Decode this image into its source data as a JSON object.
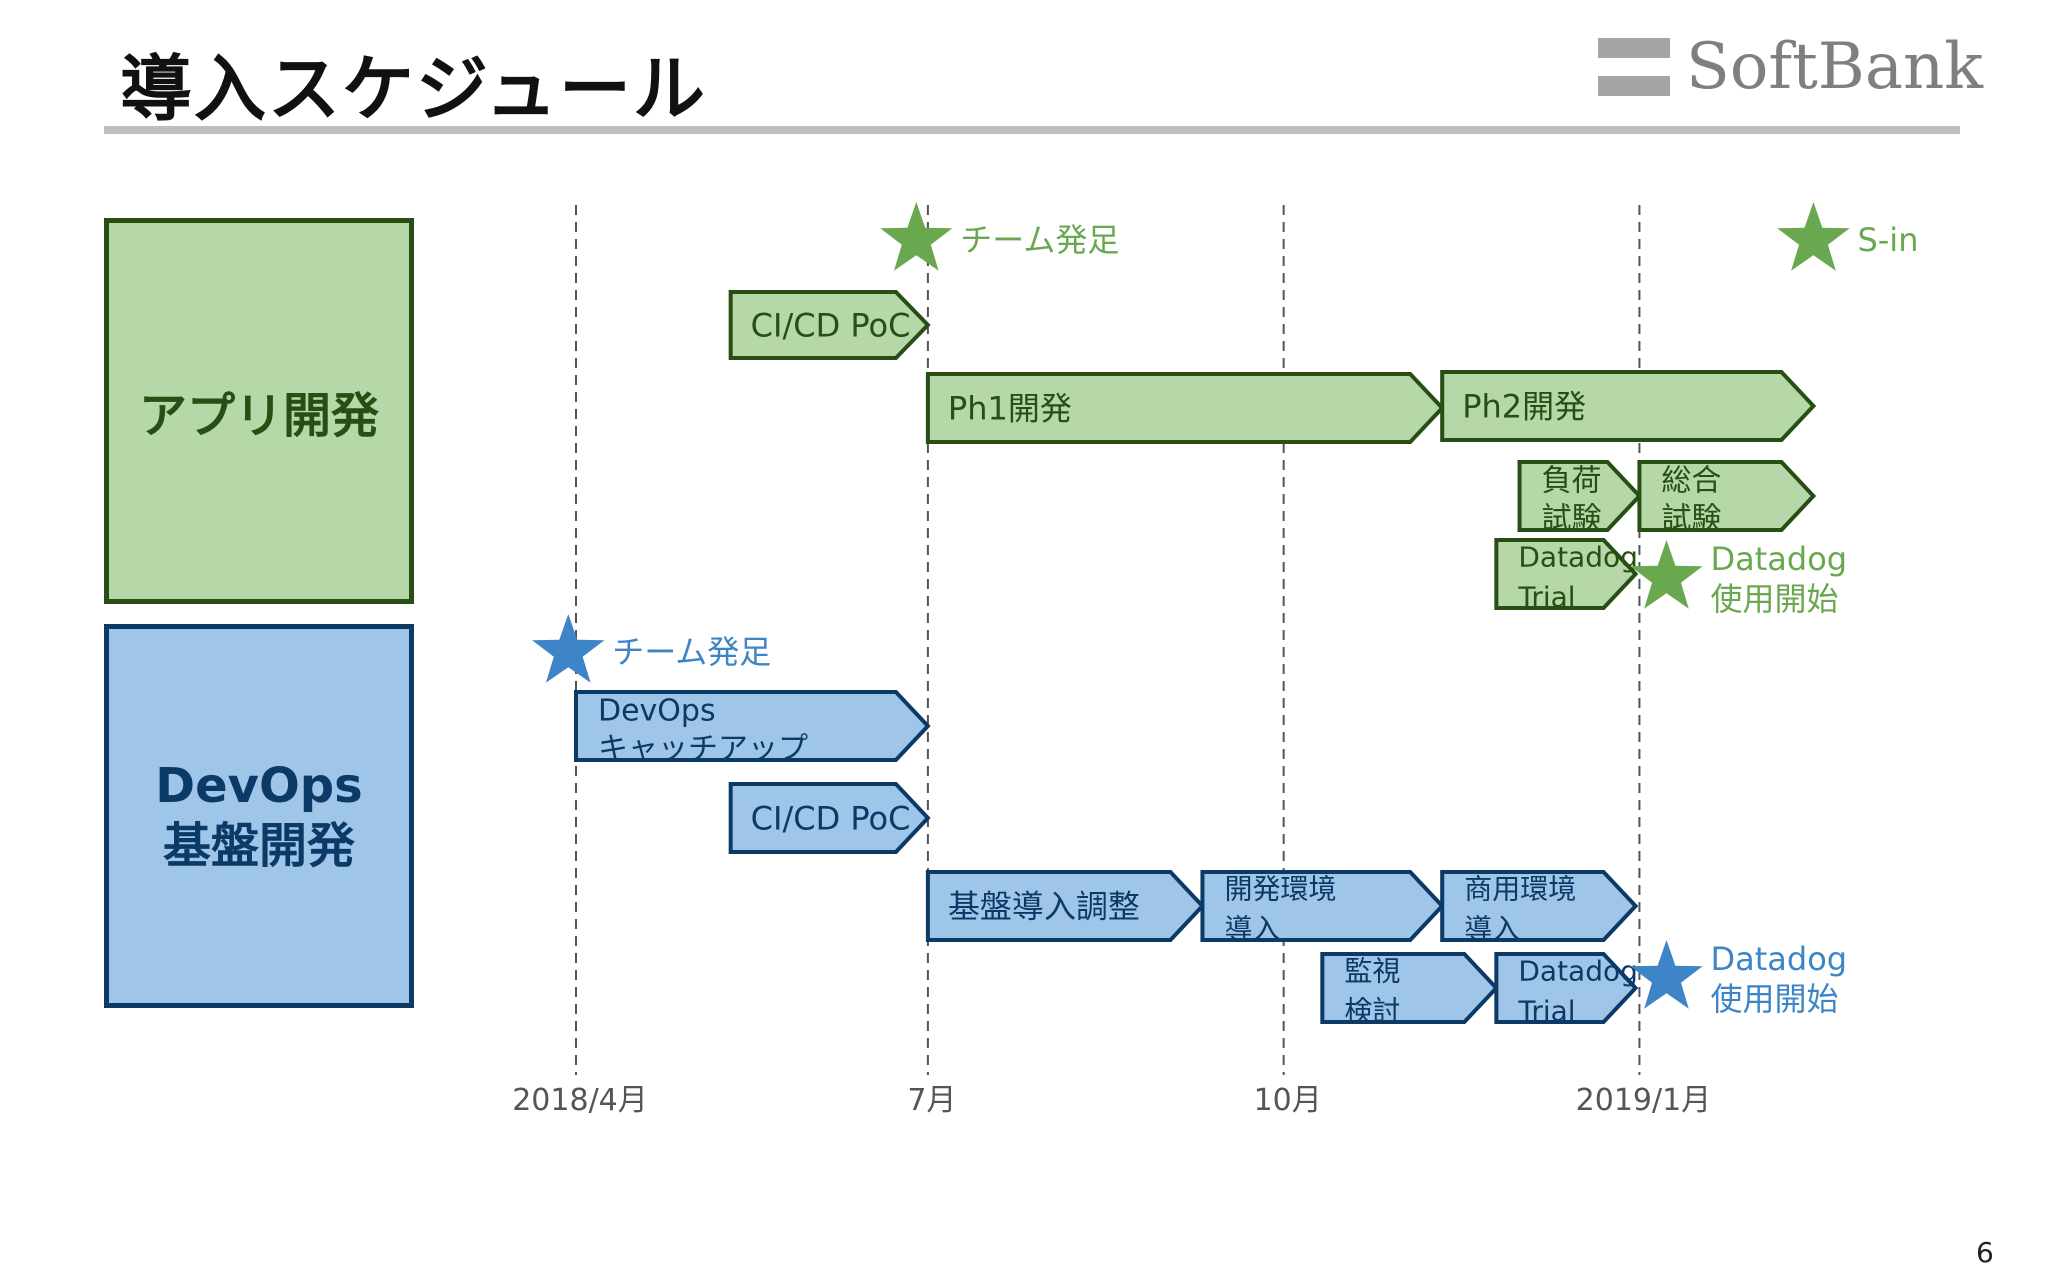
{
  "title": "導入スケジュール",
  "logo_text": "SoftBank",
  "page_number": "6",
  "sections": {
    "app": "アプリ開発",
    "devops_line1": "DevOps",
    "devops_line2": "基盤開発"
  },
  "timeline": {
    "start": "2018-04",
    "ticks": [
      {
        "label": "2018/4月",
        "month": "2018-04"
      },
      {
        "label": "7月",
        "month": "2018-07"
      },
      {
        "label": "10月",
        "month": "2018-10"
      },
      {
        "label": "2019/1月",
        "month": "2019-01"
      }
    ],
    "colors": {
      "app_fill": "#b6d7a8",
      "app_stroke": "#274e13",
      "app_text": "#274e13",
      "app_star": "#6aa84f",
      "devops_fill": "#9fc5e8",
      "devops_stroke": "#0b3a66",
      "devops_text": "#0b3a66",
      "devops_star": "#3d85c6",
      "grid": "#555555",
      "tick_text": "#555555"
    },
    "tasks": [
      {
        "group": "app",
        "lines": [
          "CI/CD PoC"
        ],
        "start": "2018-05-11",
        "end": "2018-07-01"
      },
      {
        "group": "app",
        "lines": [
          "Ph1開発"
        ],
        "start": "2018-07-01",
        "end": "2018-11-11"
      },
      {
        "group": "app",
        "lines": [
          "Ph2開発"
        ],
        "start": "2018-11-11",
        "end": "2019-02-15"
      },
      {
        "group": "app",
        "lines": [
          "負荷",
          "試験"
        ],
        "start": "2018-12-01",
        "end": "2019-01-01"
      },
      {
        "group": "app",
        "lines": [
          "総合",
          "試験"
        ],
        "start": "2019-01-01",
        "end": "2019-02-15"
      },
      {
        "group": "app",
        "lines": [
          "Datadog",
          "Trial"
        ],
        "start": "2018-11-25",
        "end": "2018-12-31"
      },
      {
        "group": "devops",
        "lines": [
          "DevOps",
          "キャッチアップ"
        ],
        "start": "2018-04-01",
        "end": "2018-07-01"
      },
      {
        "group": "devops",
        "lines": [
          "CI/CD PoC"
        ],
        "start": "2018-05-11",
        "end": "2018-07-01"
      },
      {
        "group": "devops",
        "lines": [
          "基盤導入調整"
        ],
        "start": "2018-07-01",
        "end": "2018-09-10"
      },
      {
        "group": "devops",
        "lines": [
          "開発環境",
          "導入"
        ],
        "start": "2018-09-10",
        "end": "2018-11-11"
      },
      {
        "group": "devops",
        "lines": [
          "商用環境",
          "導入"
        ],
        "start": "2018-11-11",
        "end": "2018-12-31"
      },
      {
        "group": "devops",
        "lines": [
          "監視",
          "検討"
        ],
        "start": "2018-10-11",
        "end": "2018-11-25"
      },
      {
        "group": "devops",
        "lines": [
          "Datadog",
          "Trial"
        ],
        "start": "2018-11-25",
        "end": "2018-12-31"
      }
    ],
    "milestones": [
      {
        "group": "app",
        "date": "2018-06-28",
        "lines": [
          "チーム発足"
        ]
      },
      {
        "group": "app",
        "date": "2019-02-15",
        "lines": [
          "S-in"
        ]
      },
      {
        "group": "app",
        "date": "2019-01-08",
        "lines": [
          "Datadog",
          "使用開始"
        ]
      },
      {
        "group": "devops",
        "date": "2018-03-30",
        "lines": [
          "チーム発足"
        ]
      },
      {
        "group": "devops",
        "date": "2019-01-08",
        "lines": [
          "Datadog",
          "使用開始"
        ]
      }
    ]
  }
}
